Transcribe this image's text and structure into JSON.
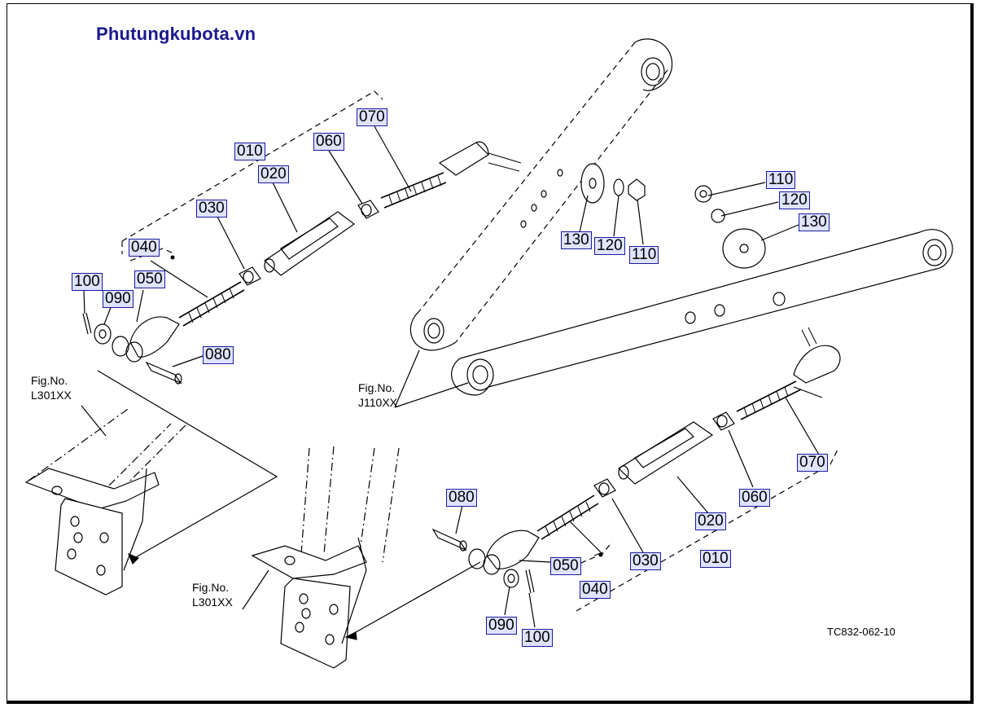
{
  "brand": "Phutungkubota.vn",
  "drawing_code": "TC832-062-10",
  "figure_refs": [
    {
      "line1": "Fig.No.",
      "line2": "L301XX"
    },
    {
      "line1": "Fig.No.",
      "line2": "J110XX"
    },
    {
      "line1": "Fig.No.",
      "line2": "L301XX"
    }
  ],
  "parts": {
    "left": {
      "p010": "010",
      "p020": "020",
      "p030": "030",
      "p040": "040",
      "p050": "050",
      "p060": "060",
      "p070": "070",
      "p080": "080",
      "p090": "090",
      "p100": "100",
      "p110": "110",
      "p120": "120",
      "p130": "130"
    },
    "right": {
      "p010": "010",
      "p020": "020",
      "p030": "030",
      "p040": "040",
      "p050": "050",
      "p060": "060",
      "p070": "070",
      "p080": "080",
      "p090": "090",
      "p100": "100",
      "p110": "110",
      "p120": "120",
      "p130": "130"
    }
  }
}
